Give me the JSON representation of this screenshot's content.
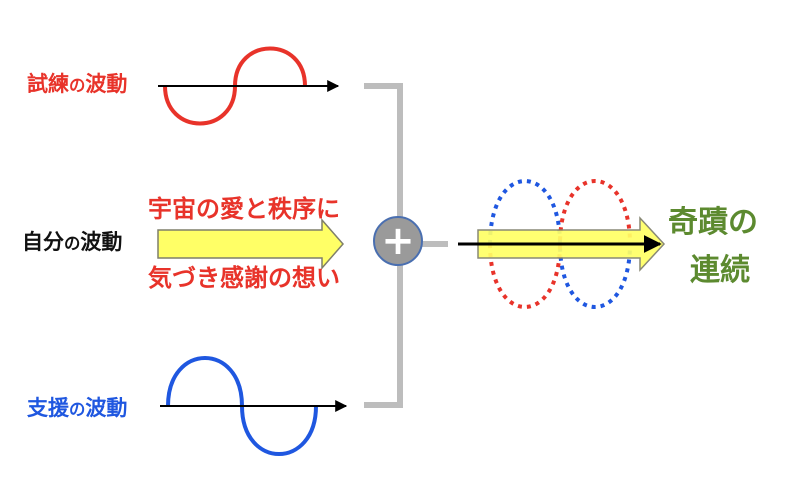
{
  "labels": {
    "trial_main": "試練",
    "trial_particle": "の",
    "trial_tail": "波動",
    "self_main": "自分",
    "self_particle": "の",
    "self_tail": "波動",
    "support_main": "支援",
    "support_particle": "の",
    "support_tail": "波動",
    "phrase_top": "宇宙の愛と秩序に",
    "phrase_bottom": "気づき感謝の想い",
    "plus": "+",
    "result_line1": "奇蹟の",
    "result_line2": "連続"
  },
  "colors": {
    "trial": "#e8332a",
    "support": "#1f57e0",
    "self_text": "#111111",
    "arrow_fill": "#ffff66",
    "arrow_stroke": "#7f7f6a",
    "bracket": "#bdbdbd",
    "plus_circle": "#9a9a9a",
    "result": "#5c8a2f",
    "axis": "#000000"
  }
}
